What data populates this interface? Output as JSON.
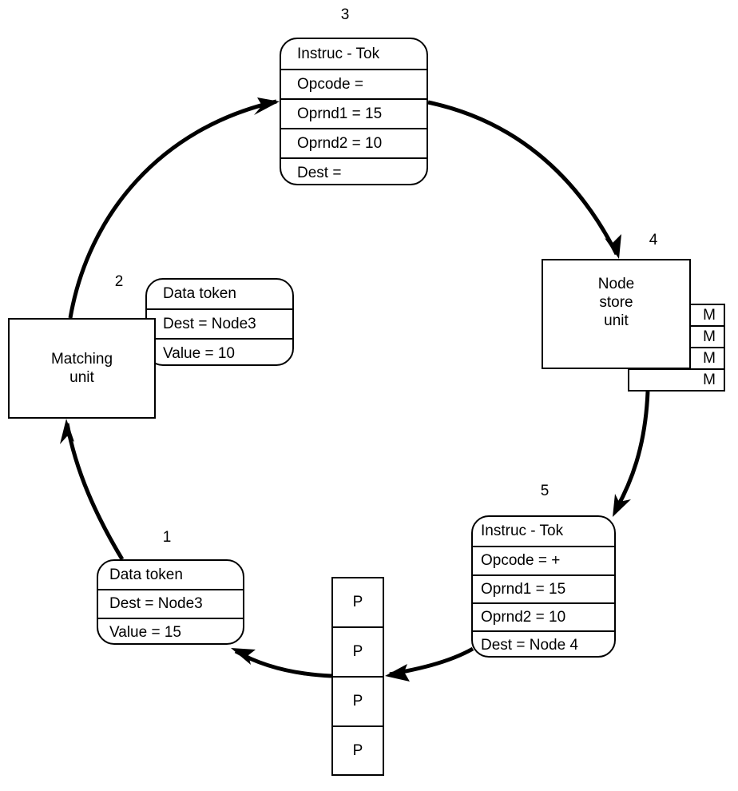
{
  "diagram": {
    "title": "Dataflow machine token cycle",
    "steps": [
      {
        "number": "1",
        "kind": "data-token",
        "rows": [
          "Data token",
          "Dest = Node3",
          "Value = 15"
        ]
      },
      {
        "number": "2",
        "kind": "data-token",
        "rows": [
          "Data token",
          "Dest = Node3",
          "Value = 10"
        ]
      },
      {
        "number": "3",
        "kind": "instruction-token",
        "rows": [
          "Instruc - Tok",
          "Opcode =",
          "Oprnd1 = 15",
          "Oprnd2 = 10",
          "Dest ="
        ]
      },
      {
        "number": "4",
        "kind": "unit",
        "rows": []
      },
      {
        "number": "5",
        "kind": "instruction-token",
        "rows": [
          "Instruc - Tok",
          "Opcode = +",
          "Oprnd1 = 15",
          "Oprnd2 = 10",
          "Dest = Node 4"
        ]
      }
    ],
    "units": {
      "matching": {
        "line1": "Matching",
        "line2": "unit"
      },
      "node_store": {
        "line1": "Node",
        "line2": "store",
        "line3": "unit"
      }
    },
    "memory_modules": [
      "M",
      "M",
      "M",
      "M"
    ],
    "processors": [
      "P",
      "P",
      "P",
      "P"
    ],
    "flow": [
      {
        "from": "matching-unit",
        "to": "instruction-token-3"
      },
      {
        "from": "instruction-token-3",
        "to": "node-store-unit"
      },
      {
        "from": "node-store-unit",
        "to": "instruction-token-5"
      },
      {
        "from": "instruction-token-5",
        "to": "processor-array"
      },
      {
        "from": "processor-array",
        "to": "data-token-1"
      },
      {
        "from": "data-token-1",
        "to": "matching-unit"
      }
    ],
    "colors": {
      "stroke": "#000000",
      "background": "#ffffff"
    }
  }
}
